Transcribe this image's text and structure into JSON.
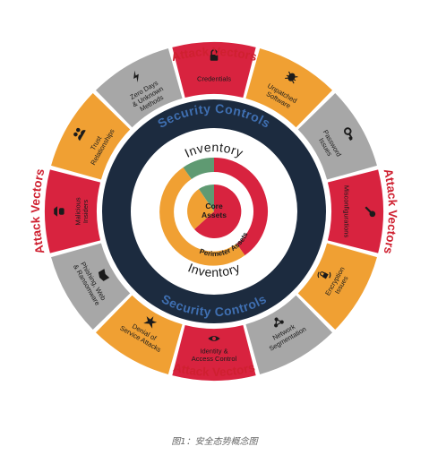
{
  "colors": {
    "red": "#d8233f",
    "orange": "#f0a033",
    "gray": "#a7a7a7",
    "navy": "#1c2b3f",
    "green": "#5f9a72",
    "heading_red": "#cf2030",
    "heading_blue": "#3f6fb1",
    "text": "#1b1b1b"
  },
  "outer_ring": {
    "heading": "Attack Vectors",
    "segments": [
      {
        "lines": [
          "Credentials"
        ],
        "color": "red",
        "icon": "lock-icon"
      },
      {
        "lines": [
          "Unpatched",
          "Software"
        ],
        "color": "orange",
        "icon": "bug-icon"
      },
      {
        "lines": [
          "Password",
          "Issues"
        ],
        "color": "gray",
        "icon": "key-icon"
      },
      {
        "lines": [
          "Misconfigurations"
        ],
        "color": "red",
        "icon": "wrench-icon"
      },
      {
        "lines": [
          "Encryption",
          "Issues"
        ],
        "color": "orange",
        "icon": "lock-arrows-icon"
      },
      {
        "lines": [
          "Network",
          "Segmentation"
        ],
        "color": "gray",
        "icon": "network-icon"
      },
      {
        "lines": [
          "Identity &",
          "Access Control"
        ],
        "color": "red",
        "icon": "eye-icon"
      },
      {
        "lines": [
          "Denial of",
          "Service Attacks"
        ],
        "color": "orange",
        "icon": "burst-icon"
      },
      {
        "lines": [
          "Phishing, Web",
          "& Ransomware"
        ],
        "color": "gray",
        "icon": "book-icon"
      },
      {
        "lines": [
          "Malicious",
          "Insiders"
        ],
        "color": "red",
        "icon": "spy-icon"
      },
      {
        "lines": [
          "Trust",
          "Relationships"
        ],
        "color": "orange",
        "icon": "people-icon"
      },
      {
        "lines": [
          "Zero Days",
          "& Unknown",
          "Methods"
        ],
        "color": "gray",
        "icon": "lightning-icon"
      }
    ]
  },
  "security_ring": {
    "label": "Security Controls"
  },
  "inventory_ring": {
    "label": "Inventory"
  },
  "perimeter": {
    "label": "Perimeter Assets"
  },
  "core": {
    "lines": [
      "Core",
      "Assets"
    ]
  },
  "caption": "图1：安全态势概念图"
}
